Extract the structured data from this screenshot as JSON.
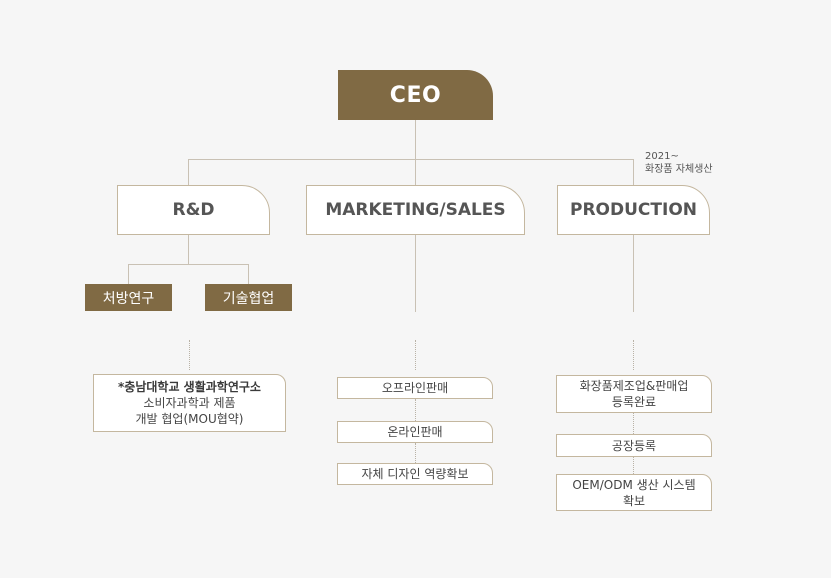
{
  "ceo": {
    "label": "CEO"
  },
  "departments": {
    "rd": {
      "label": "R&D",
      "subunits": [
        "처방연구",
        "기술협업"
      ],
      "items": [
        {
          "lines": [
            "*충남대학교 생활과학연구소",
            "소비자과학과 제품",
            "개발 협업(MOU협약)"
          ]
        }
      ]
    },
    "marketing": {
      "label": "MARKETING/SALES",
      "items": [
        {
          "lines": [
            "오프라인판매"
          ]
        },
        {
          "lines": [
            "온라인판매"
          ]
        },
        {
          "lines": [
            "자체 디자인 역량확보"
          ]
        }
      ]
    },
    "production": {
      "label": "PRODUCTION",
      "note": [
        "2021~",
        "화장품 자체생산"
      ],
      "items": [
        {
          "lines": [
            "화장품제조업&판매업",
            "등록완료"
          ]
        },
        {
          "lines": [
            "공장등록"
          ]
        },
        {
          "lines": [
            "OEM/ODM 생산 시스템",
            "확보"
          ]
        }
      ]
    }
  },
  "colors": {
    "accent": "#806a44",
    "border": "#c4b79f",
    "background": "#f6f6f6"
  }
}
